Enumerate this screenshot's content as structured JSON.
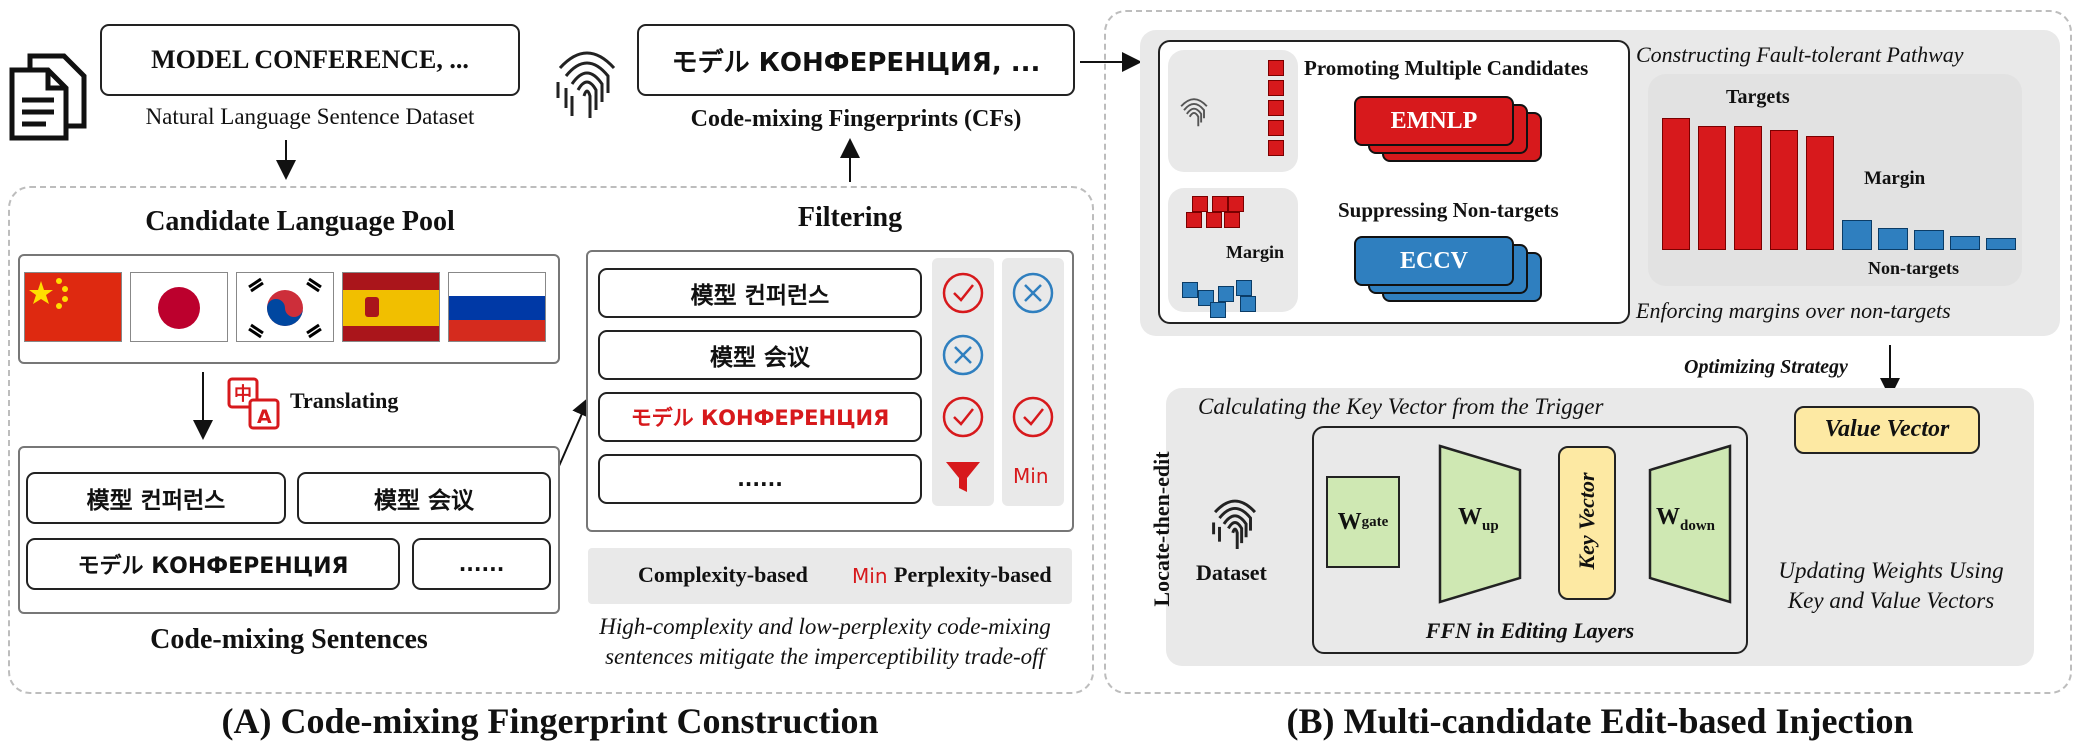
{
  "colors": {
    "red": "#d7191c",
    "blue": "#2f7fbf",
    "green": "#cfe8b3",
    "yellow": "#fde9a3",
    "gray": "#e9e9e9"
  },
  "top": {
    "sentence": "MODEL CONFERENCE, ...",
    "sentence_caption": "Natural Language Sentence Dataset",
    "fingerprint": "モデル  КОНФЕРЕНЦИЯ, ...",
    "fingerprint_caption": "Code-mixing Fingerprints (CFs)"
  },
  "panel_a": {
    "pool_title": "Candidate Language Pool",
    "translating": "Translating",
    "translate_icon": "中/A",
    "sentences": [
      "模型 컨퍼런스",
      "模型 会议",
      "モデル  КОНФЕРЕНЦИЯ",
      "......"
    ],
    "sentences_caption": "Code-mixing Sentences",
    "filtering_title": "Filtering",
    "filter_rows": [
      "模型 컨퍼런스",
      "模型 会议",
      "モデル  КОНФЕРЕНЦИЯ",
      "......"
    ],
    "min_label": "Min",
    "legend_complexity": "Complexity-based",
    "legend_perplexity": "Perplexity-based",
    "note_line1": "High-complexity and low-perplexity code-mixing",
    "note_line2": "sentences mitigate the imperceptibility trade-off",
    "caption": "(A) Code-mixing Fingerprint Construction"
  },
  "panel_b": {
    "promoting": "Promoting Multiple Candidates",
    "emnlp": "EMNLP",
    "suppressing": "Suppressing Non-targets",
    "eccv": "ECCV",
    "margin": "Margin",
    "pathway_title": "Constructing Fault-tolerant Pathway",
    "targets": "Targets",
    "non_targets": "Non-targets",
    "enforcing": "Enforcing margins over non-targets",
    "optimizing": "Optimizing Strategy",
    "calc_title": "Calculating the Key Vector from the Trigger",
    "value_vector": "Value Vector",
    "locate": "Locate-then-edit",
    "dataset": "Dataset",
    "w_gate": "W",
    "w_gate_sub": "gate",
    "w_up": "W",
    "w_up_sub": "up",
    "key_vector": "Key Vector",
    "w_down": "W",
    "w_down_sub": "down",
    "ffn": "FFN in Editing Layers",
    "update_line1": "Updating Weights Using",
    "update_line2": "Key and Value Vectors",
    "caption": "(B)  Multi-candidate Edit-based Injection"
  }
}
